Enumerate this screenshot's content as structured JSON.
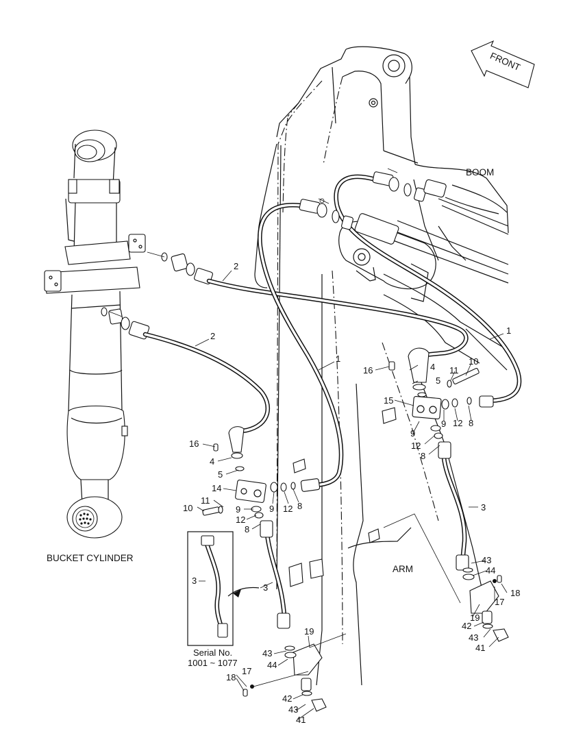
{
  "labels": {
    "front": "FRONT",
    "boom": "BOOM",
    "arm": "ARM",
    "bucket_cylinder": "BUCKET CYLINDER",
    "serial_line1": "Serial No.",
    "serial_line2": "1001 ~ 1077"
  },
  "callouts": [
    {
      "id": "c-2a",
      "text": "2"
    },
    {
      "id": "c-2b",
      "text": "2"
    },
    {
      "id": "c-1a",
      "text": "1"
    },
    {
      "id": "c-1b",
      "text": "1"
    },
    {
      "id": "c-16a",
      "text": "16"
    },
    {
      "id": "c-4a",
      "text": "4"
    },
    {
      "id": "c-5a",
      "text": "5"
    },
    {
      "id": "c-14",
      "text": "14"
    },
    {
      "id": "c-11a",
      "text": "11"
    },
    {
      "id": "c-10a",
      "text": "10"
    },
    {
      "id": "c-9a",
      "text": "9"
    },
    {
      "id": "c-9b",
      "text": "9"
    },
    {
      "id": "c-12a",
      "text": "12"
    },
    {
      "id": "c-8a",
      "text": "8"
    },
    {
      "id": "c-12b",
      "text": "12"
    },
    {
      "id": "c-8b",
      "text": "8"
    },
    {
      "id": "c-3a",
      "text": "3"
    },
    {
      "id": "c-3b",
      "text": "3"
    },
    {
      "id": "c-19a",
      "text": "19"
    },
    {
      "id": "c-43a",
      "text": "43"
    },
    {
      "id": "c-44a",
      "text": "44"
    },
    {
      "id": "c-17a",
      "text": "17"
    },
    {
      "id": "c-18a",
      "text": "18"
    },
    {
      "id": "c-42a",
      "text": "42"
    },
    {
      "id": "c-43b",
      "text": "43"
    },
    {
      "id": "c-41a",
      "text": "41"
    },
    {
      "id": "c-16b",
      "text": "16"
    },
    {
      "id": "c-4b",
      "text": "4"
    },
    {
      "id": "c-5b",
      "text": "5"
    },
    {
      "id": "c-10b",
      "text": "10"
    },
    {
      "id": "c-11b",
      "text": "11"
    },
    {
      "id": "c-15",
      "text": "15"
    },
    {
      "id": "c-9c",
      "text": "9"
    },
    {
      "id": "c-9d",
      "text": "9"
    },
    {
      "id": "c-12c",
      "text": "12"
    },
    {
      "id": "c-8c",
      "text": "8"
    },
    {
      "id": "c-12d",
      "text": "12"
    },
    {
      "id": "c-8d",
      "text": "8"
    },
    {
      "id": "c-3c",
      "text": "3"
    },
    {
      "id": "c-43c",
      "text": "43"
    },
    {
      "id": "c-44b",
      "text": "44"
    },
    {
      "id": "c-18b",
      "text": "18"
    },
    {
      "id": "c-17b",
      "text": "17"
    },
    {
      "id": "c-19b",
      "text": "19"
    },
    {
      "id": "c-42b",
      "text": "42"
    },
    {
      "id": "c-43d",
      "text": "43"
    },
    {
      "id": "c-41b",
      "text": "41"
    }
  ]
}
